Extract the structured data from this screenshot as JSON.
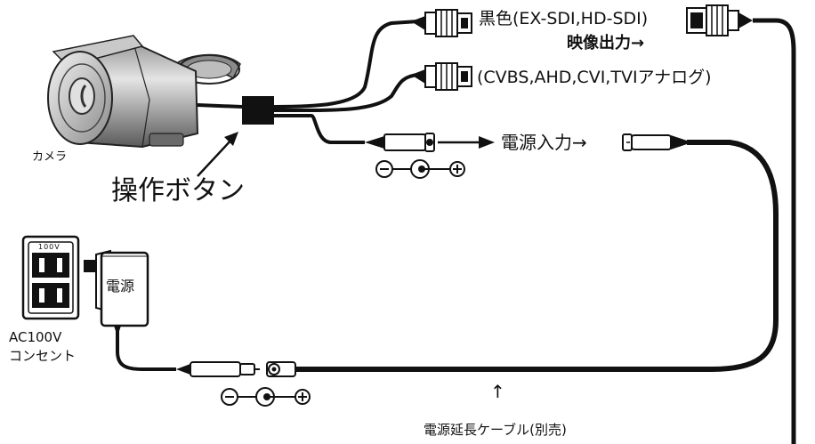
{
  "labels": {
    "sdi_color": "黒色(EX-SDI,HD-SDI)",
    "video_output": "映像出力→",
    "analog_formats": "(CVBS,AHD,CVI,TVIアナログ)",
    "power_input": "電源入力→",
    "camera": "カメラ",
    "operation_button": "操作ボタン",
    "power_supply": "電源",
    "outlet_rating": "100V",
    "ac100v": "AC100V",
    "outlet": "コンセント",
    "extension_cable": "電源延長ケーブル(別売)",
    "arrow_up": "↑"
  },
  "polarity": {
    "negative": "−",
    "positive": "+"
  },
  "colors": {
    "line": "#111111",
    "camera_body": "#555555",
    "background": "#ffffff"
  }
}
